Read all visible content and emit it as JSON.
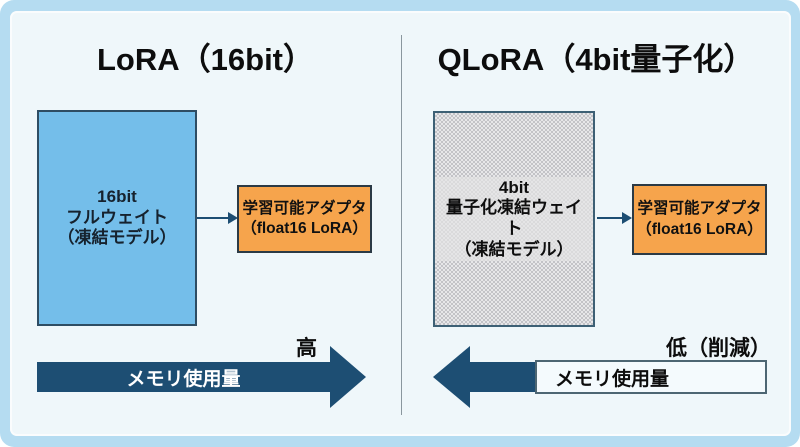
{
  "panels": {
    "left": {
      "title": "LoRA（16bit）",
      "weight_box": {
        "line1": "16bit",
        "line2": "フルウェイト",
        "line3": "（凍結モデル）"
      },
      "adapter_box": {
        "line1": "学習可能アダプタ",
        "line2": "（float16 LoRA）"
      },
      "memory_arrow": {
        "label": "メモリ使用量",
        "level": "高",
        "direction": "right"
      }
    },
    "right": {
      "title": "QLoRA（4bit量子化）",
      "weight_box": {
        "line1": "4bit",
        "line2": "量子化凍結ウェイト",
        "line3": "（凍結モデル）"
      },
      "adapter_box": {
        "line1": "学習可能アダプタ",
        "line2": "（float16 LoRA）"
      },
      "memory_arrow": {
        "label": "メモリ使用量",
        "level": "低（削減）",
        "direction": "left"
      }
    }
  },
  "colors": {
    "arrow_navy": "#1D4E73",
    "weight_blue": "#74BEEA",
    "adapter_orange": "#F6A44C",
    "panel_bg": "#EFF7FA",
    "frame_bg": "#B5DCF1",
    "gray_texture": "#D5D5D7"
  }
}
